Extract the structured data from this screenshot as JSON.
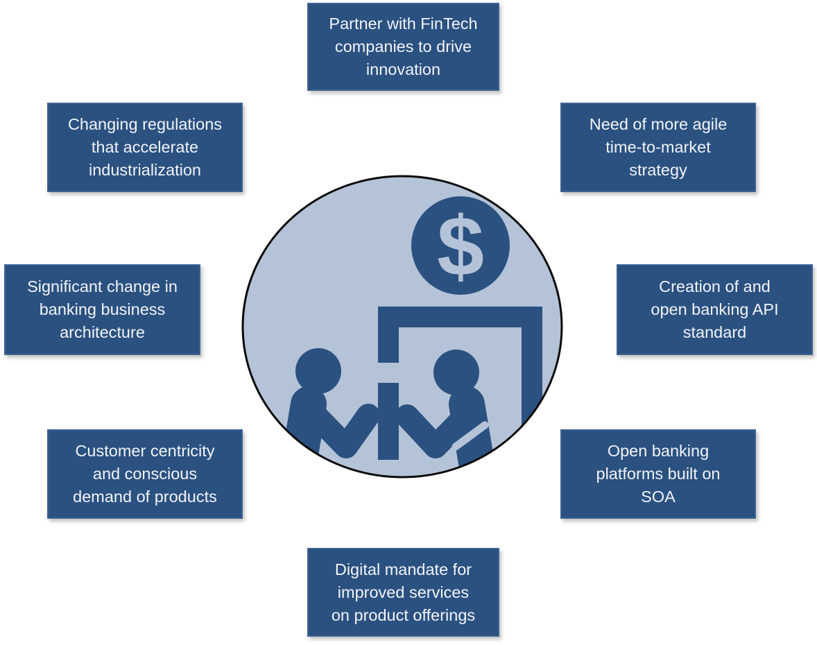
{
  "diagram": {
    "description": "Drivers of open banking infographic: eight factor boxes around a central banking-consultation icon",
    "colors": {
      "accent": "#2A5180",
      "accent_border": "#3D6393",
      "circle_fill": "#B5C3D8",
      "circle_outline": "#0A0A0A",
      "text_color": "#F2F4F7"
    },
    "boxes": [
      {
        "id": "top-center",
        "text": "Partner with FinTech\ncompanies to drive\ninnovation"
      },
      {
        "id": "upper-left",
        "text": "Changing regulations\nthat accelerate\nindustrialization"
      },
      {
        "id": "upper-right",
        "text": "Need of more agile\ntime-to-market\nstrategy"
      },
      {
        "id": "middle-left",
        "text": "Significant change in\nbanking business\narchitecture"
      },
      {
        "id": "middle-right",
        "text": "Creation of and\nopen banking API\nstandard"
      },
      {
        "id": "lower-left",
        "text": "Customer centricity\nand conscious\ndemand of products"
      },
      {
        "id": "lower-right",
        "text": "Open banking\nplatforms built on\nSOA"
      },
      {
        "id": "bottom-center",
        "text": "Digital mandate for\nimproved services\non product offerings"
      }
    ],
    "center_icon": {
      "name": "banking-consultation-icon",
      "elements": [
        "dollar-coin",
        "screen-frame",
        "advisor-person",
        "customer-person"
      ],
      "dollar_symbol": "$"
    }
  }
}
